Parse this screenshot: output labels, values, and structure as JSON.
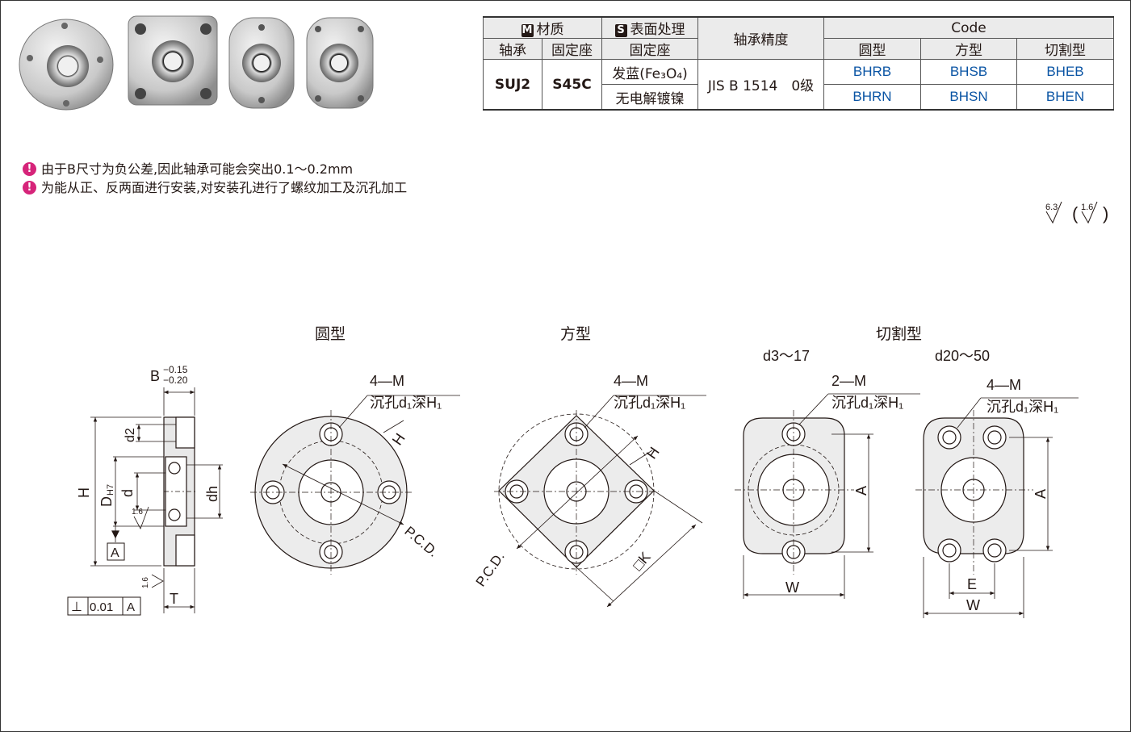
{
  "table": {
    "material_badge": "M",
    "material_label": "材质",
    "surface_badge": "S",
    "surface_label": "表面处理",
    "precision_label": "轴承精度",
    "code_label": "Code",
    "sub_bearing": "轴承",
    "sub_housing": "固定座",
    "sub_surface_housing": "固定座",
    "type_round": "圆型",
    "type_square": "方型",
    "type_cut": "切割型",
    "mat_bearing": "SUJ2",
    "mat_housing": "S45C",
    "surface_1": "发蓝(Fe₃O₄)",
    "surface_2": "无电解镀镍",
    "precision_value": "JIS B 1514　0级",
    "codes_row1": [
      "BHRB",
      "BHSB",
      "BHEB"
    ],
    "codes_row2": [
      "BHRN",
      "BHSN",
      "BHEN"
    ]
  },
  "notes": [
    "由于B尺寸为负公差,因此轴承可能会突出0.1～0.2mm",
    "为能从正、反两面进行安装,对安装孔进行了螺纹加工及沉孔加工"
  ],
  "roughness": {
    "main": "6.3",
    "sub": "1.6"
  },
  "drawings": {
    "round_title": "圆型",
    "square_title": "方型",
    "cut_title": "切割型",
    "cut_small_range": "d3～17",
    "cut_large_range": "d20～50",
    "hole_4m": "4—M",
    "hole_2m": "2—M",
    "counterbore": "沉孔d₁深H₁",
    "label_h": "H",
    "label_pcd": "P.C.D.",
    "label_k": "□K",
    "label_a": "A",
    "label_w": "W",
    "label_e": "E",
    "side_b": "B",
    "side_b_tol_upper": "−0.15",
    "side_b_tol_lower": "−0.20",
    "side_H": "H",
    "side_D": "D",
    "side_D_sub": "H7",
    "side_d": "d",
    "side_d2": "d2",
    "side_dh": "dh",
    "side_T": "T",
    "side_A": "A",
    "side_rough": "1.6",
    "tol_symbol": "⊥",
    "tol_value": "0.01",
    "tol_datum": "A"
  }
}
